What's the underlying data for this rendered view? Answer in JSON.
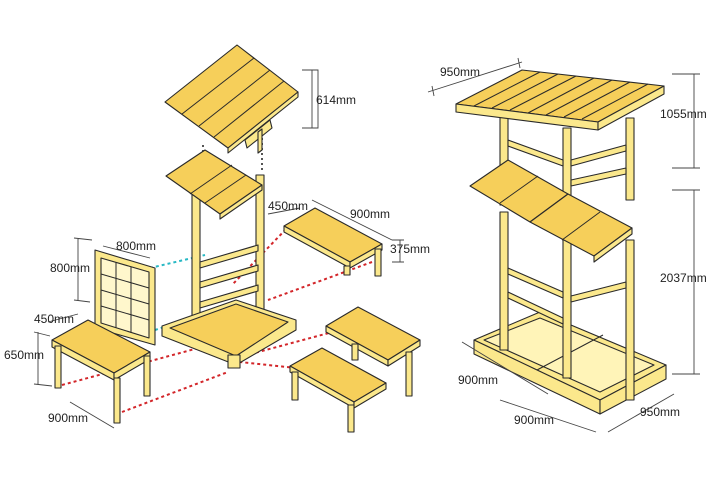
{
  "colors": {
    "wood_top": "#f6cf5a",
    "wood_frame": "#fbe88c",
    "red_guide": "#d3262a",
    "cyan_guide": "#27b8c4",
    "gray_guide": "#555555"
  },
  "left_assembly": {
    "roof_height": "614mm",
    "shelf_depth": "450mm",
    "shelf_width": "900mm",
    "shelf_height": "375mm",
    "lattice_width": "800mm",
    "lattice_height": "800mm",
    "table_depth": "450mm",
    "table_height": "650mm",
    "table_width": "900mm"
  },
  "right_assembly": {
    "roof_width": "950mm",
    "roof_height": "1055mm",
    "frame_height": "2037mm",
    "base_depth": "900mm",
    "base_width": "900mm",
    "side_width": "950mm"
  }
}
